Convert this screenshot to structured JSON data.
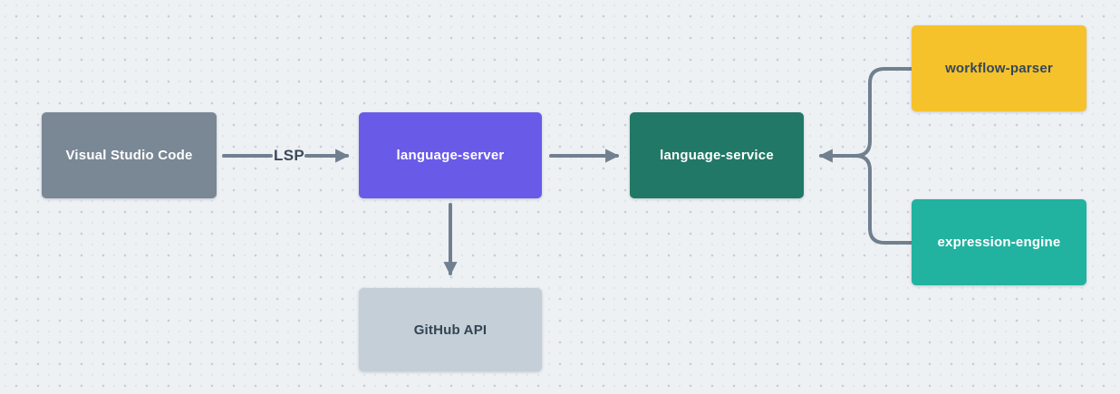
{
  "diagram": {
    "background_color": "#EEF1F4",
    "grid_dot_color": "#C6CDD9",
    "connector_color": "#71808F",
    "edge_label_color": "#3B4A59",
    "nodes": [
      {
        "id": "visual-studio-code",
        "label": "Visual Studio Code",
        "bg": "#7A8795",
        "fg": "#FFFFFF"
      },
      {
        "id": "language-server",
        "label": "language-server",
        "bg": "#6A5AE8",
        "fg": "#FFFFFF"
      },
      {
        "id": "language-service",
        "label": "language-service",
        "bg": "#217866",
        "fg": "#FFFFFF"
      },
      {
        "id": "workflow-parser",
        "label": "workflow-parser",
        "bg": "#F5C22B",
        "fg": "#33475C"
      },
      {
        "id": "expression-engine",
        "label": "expression-engine",
        "bg": "#21B2A0",
        "fg": "#FFFFFF"
      },
      {
        "id": "github-api",
        "label": "GitHub API",
        "bg": "#C5CFD7",
        "fg": "#334453"
      }
    ],
    "edges": [
      {
        "from": "visual-studio-code",
        "to": "language-server",
        "label": "LSP"
      },
      {
        "from": "language-server",
        "to": "language-service",
        "label": ""
      },
      {
        "from": "language-server",
        "to": "github-api",
        "label": ""
      },
      {
        "from": "workflow-parser",
        "to": "language-service",
        "label": ""
      },
      {
        "from": "expression-engine",
        "to": "language-service",
        "label": ""
      }
    ]
  }
}
